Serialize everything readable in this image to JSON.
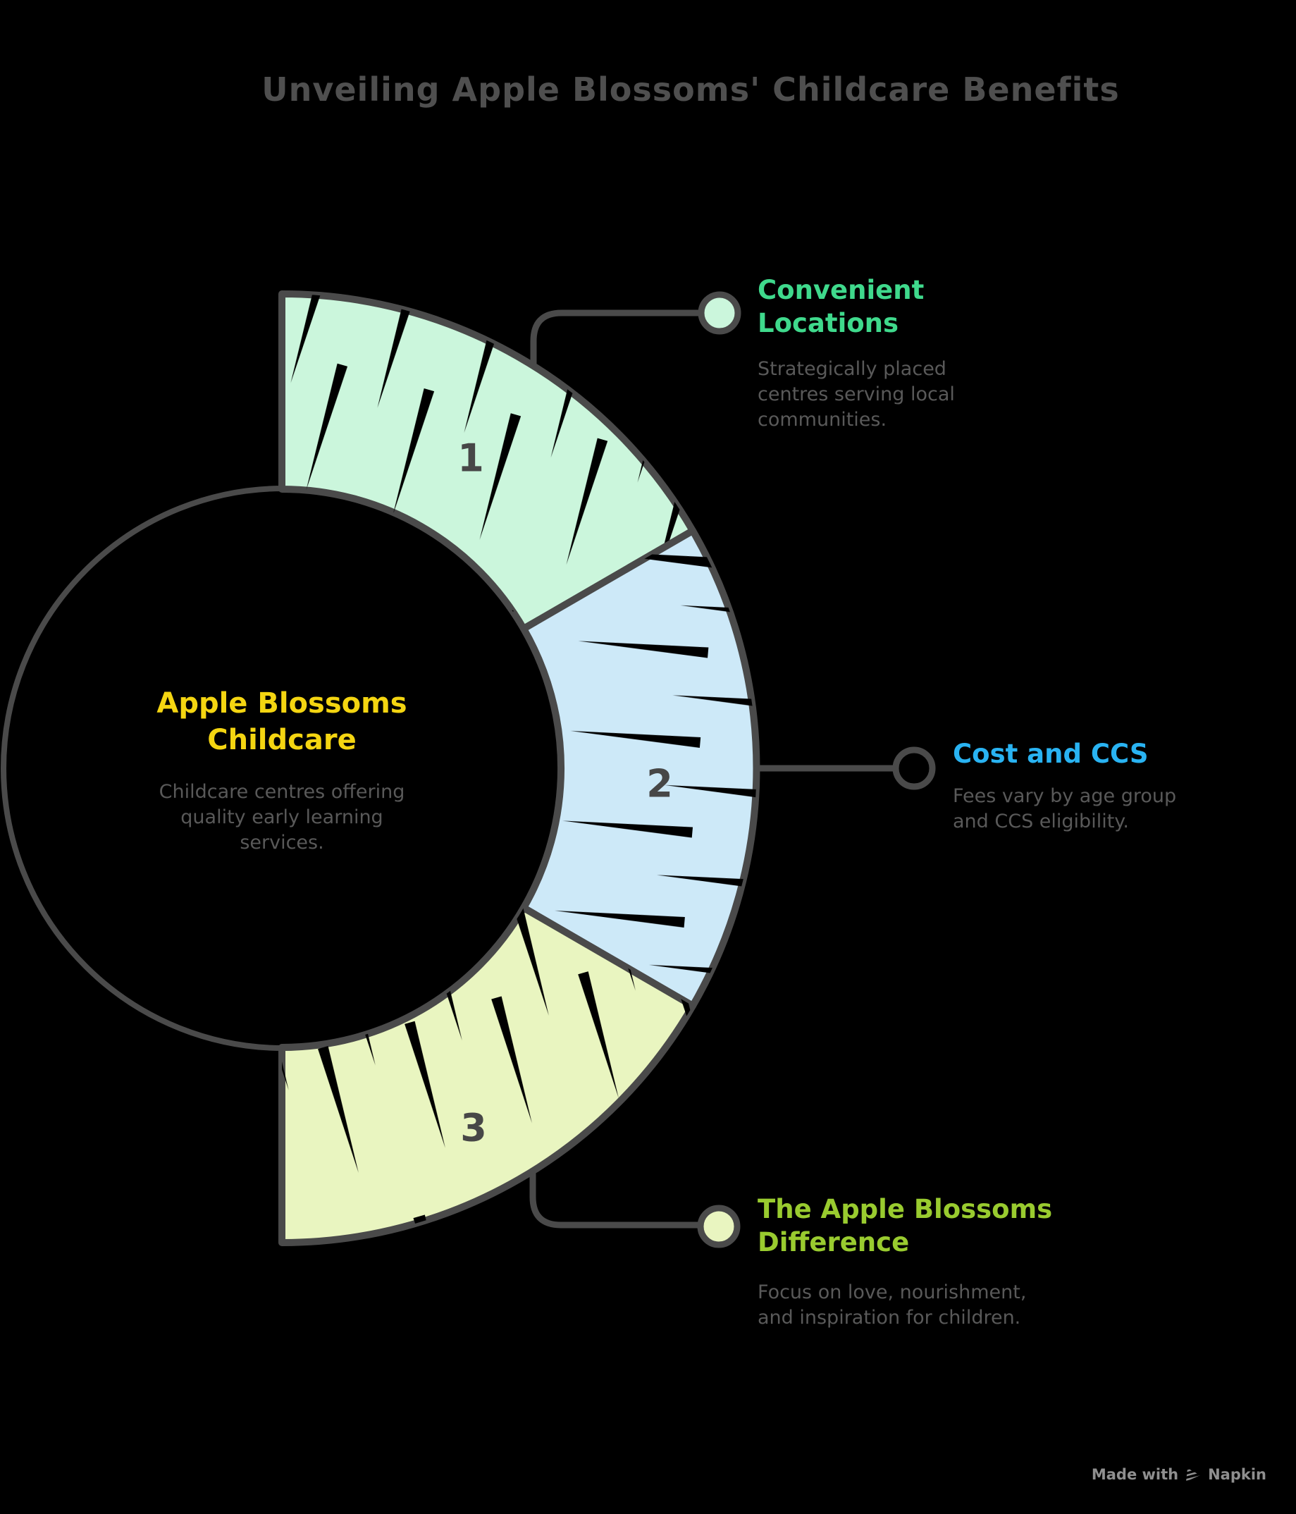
{
  "title": "Unveiling Apple Blossoms' Childcare Benefits",
  "center": {
    "title": "Apple Blossoms Childcare",
    "description": "Childcare centres offering quality early learning services."
  },
  "segments": [
    {
      "number": "1",
      "label": "Convenient Locations",
      "description": "Strategically placed centres serving local communities.",
      "fill": "#cbf6dc",
      "label_color": "#3fd98c"
    },
    {
      "number": "2",
      "label": "Cost and CCS",
      "description": "Fees vary by age group and CCS eligibility.",
      "fill": "#cde9f8",
      "label_color": "#29b3f2"
    },
    {
      "number": "3",
      "label": "The Apple Blossoms Difference",
      "description": "Focus on love, nourishment, and inspiration for children.",
      "fill": "#e9f5c0",
      "label_color": "#99cb2f"
    }
  ],
  "colors": {
    "background": "#000000",
    "outline_stroke": "#4a4a4a",
    "body_text": "#595959",
    "center_title": "#f4d511",
    "main_title": "#4f4f4f",
    "watermark": "#8f8f8f"
  },
  "watermark": {
    "prefix": "Made with",
    "brand": "Napkin"
  }
}
